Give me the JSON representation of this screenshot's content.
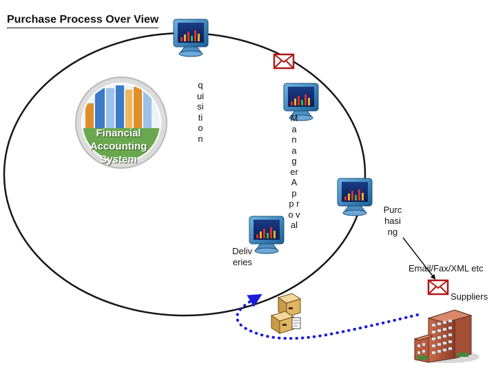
{
  "title": "Purchase Process Over View",
  "financial_system": "Financial Accounting System",
  "labels": {
    "requisition": "q ui si ti o n",
    "manager_approval": "M a n a g er A p p r o v al",
    "purchasing": "Purc hasi ng",
    "deliveries": "Deliv eries",
    "email_fax": "Email/Fax/XML etc",
    "suppliers": "Suppliers"
  },
  "icons": [
    "computer-monitor-icon",
    "envelope-icon",
    "filing-cabinet-icon",
    "office-building-icon",
    "arrow-icon"
  ],
  "colors": {
    "fa_green": "#6aa84f",
    "arrow_blue": "#1a1adc",
    "envelope_red": "#b01818",
    "monitor_blue": "#1f74b0"
  }
}
